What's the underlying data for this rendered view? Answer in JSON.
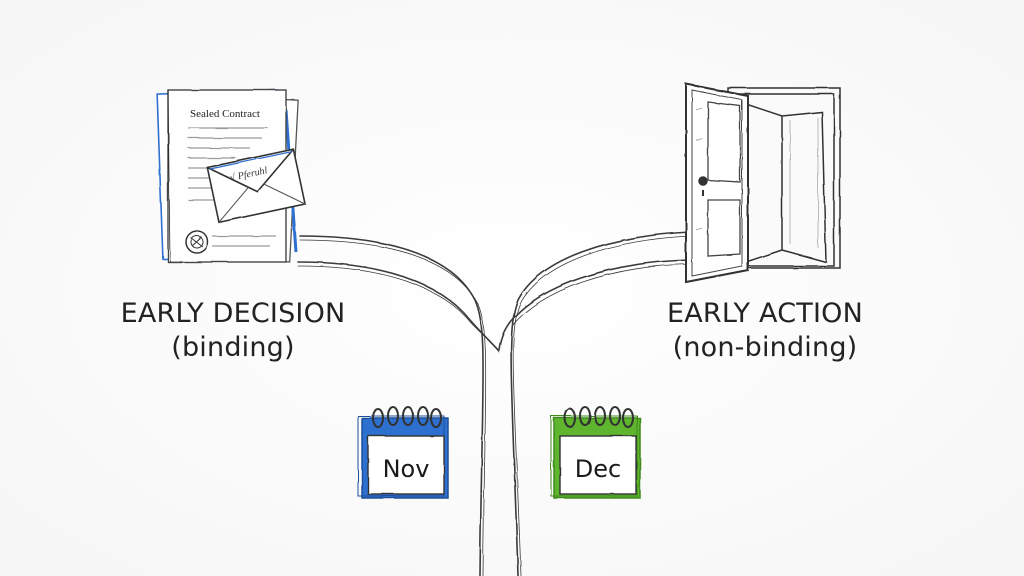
{
  "diagram": {
    "left_option": {
      "title": "EARLY DECISION",
      "subtitle": "(binding)",
      "document_title": "Sealed Contract",
      "envelope_text": "√ Pferuhl",
      "calendar_month": "Nov",
      "accent_color": "#2f6fd0"
    },
    "right_option": {
      "title": "EARLY ACTION",
      "subtitle": "(non-binding)",
      "calendar_month": "Dec",
      "accent_color": "#5fb52f"
    },
    "icons": {
      "left": "sealed-contract-envelope",
      "right": "open-door",
      "left_calendar": "calendar",
      "right_calendar": "calendar"
    }
  }
}
